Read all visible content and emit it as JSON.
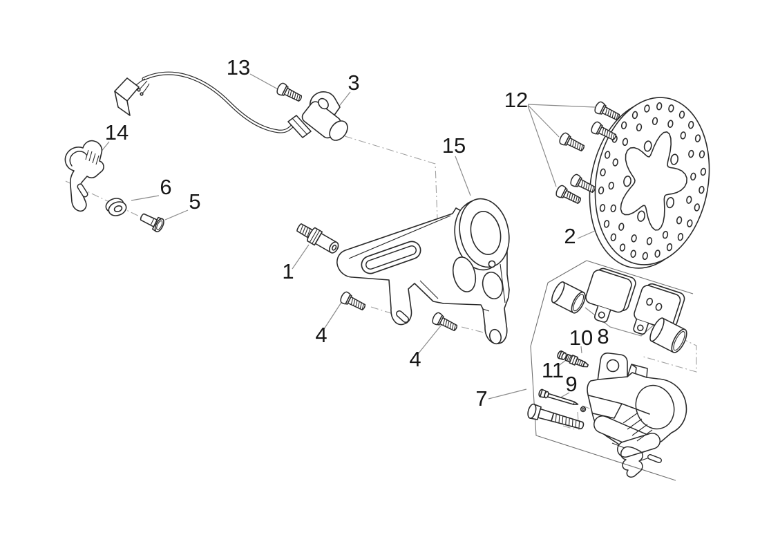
{
  "diagram": {
    "colors": {
      "background": "#ffffff",
      "outline": "#2a2a2a",
      "leader": "#8b8b8b",
      "centerline": "#a0a0a0",
      "boundary": "#6f6f6f",
      "ink": "#161616"
    },
    "callouts": {
      "c1": "1",
      "c2": "2",
      "c3": "3",
      "c4a": "4",
      "c4b": "4",
      "c5": "5",
      "c6": "6",
      "c7": "7",
      "c8": "8",
      "c9": "9",
      "c10": "10",
      "c11": "11",
      "c12": "12",
      "c13": "13",
      "c14": "14",
      "c15": "15"
    }
  }
}
